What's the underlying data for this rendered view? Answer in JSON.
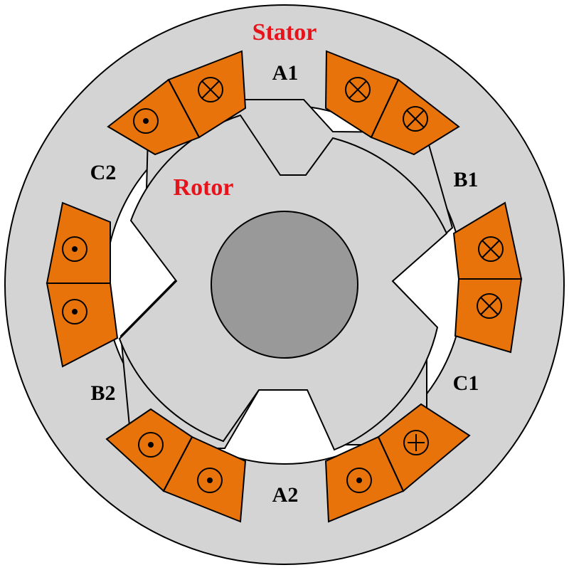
{
  "labels": {
    "stator": "Stator",
    "rotor": "Rotor",
    "a1": "A1",
    "a2": "A2",
    "b1": "B1",
    "b2": "B2",
    "c1": "C1",
    "c2": "C2"
  },
  "colors": {
    "stator": "#d4d4d4",
    "rotor": "#d4d4d4",
    "shaft": "#999999",
    "coil": "#e7730a",
    "label_red": "#e8121b",
    "outline": "#000000"
  },
  "coils": [
    {
      "phase": "A1",
      "slot": 1,
      "direction": "into-page"
    },
    {
      "phase": "A1",
      "slot": 2,
      "direction": "into-page"
    },
    {
      "phase": "A1",
      "slot": 3,
      "direction": "out-of-page"
    },
    {
      "phase": "A1",
      "slot": 4,
      "direction": "into-page"
    },
    {
      "phase": "B1",
      "slot": 1,
      "direction": "into-page"
    },
    {
      "phase": "B1",
      "slot": 2,
      "direction": "into-page"
    },
    {
      "phase": "B2",
      "slot": 1,
      "direction": "out-of-page"
    },
    {
      "phase": "B2",
      "slot": 2,
      "direction": "out-of-page"
    },
    {
      "phase": "A2",
      "slot": 1,
      "direction": "out-of-page"
    },
    {
      "phase": "A2",
      "slot": 2,
      "direction": "out-of-page"
    },
    {
      "phase": "A2",
      "slot": 3,
      "direction": "out-of-page"
    },
    {
      "phase": "A2",
      "slot": 4,
      "direction": "into-page"
    }
  ]
}
